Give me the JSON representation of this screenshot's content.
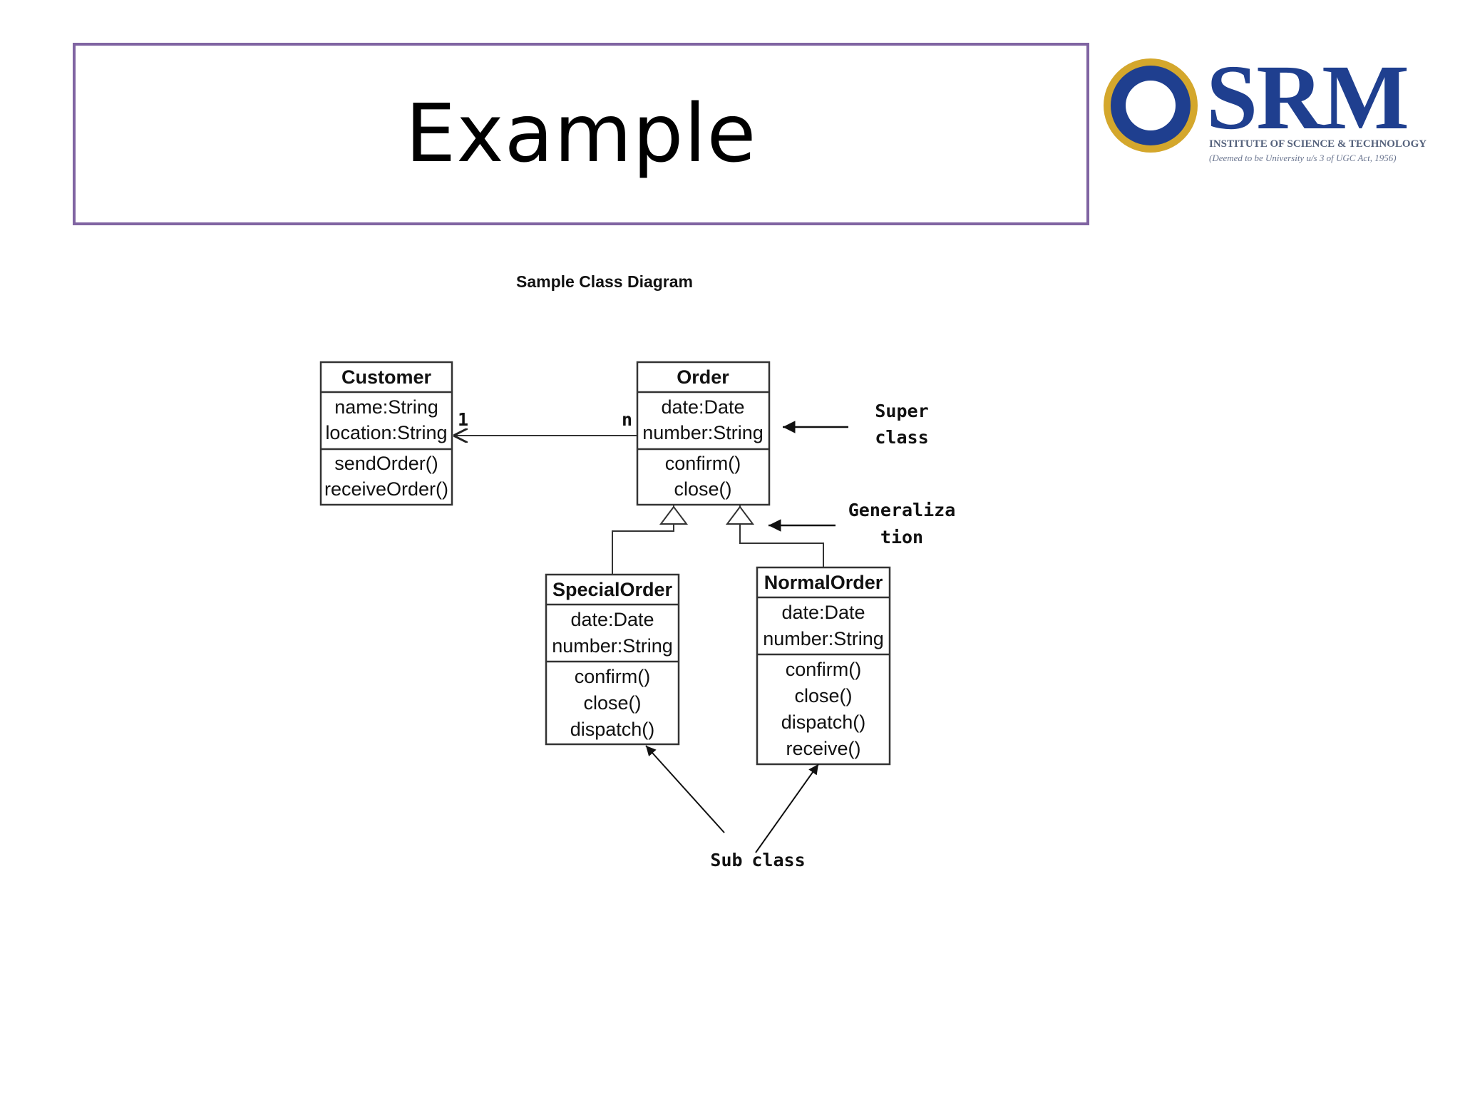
{
  "slide": {
    "title": "Example"
  },
  "logo": {
    "name": "SRM",
    "subtitle": "INSTITUTE OF SCIENCE & TECHNOLOGY",
    "tagline": "(Deemed to be University u/s 3 of UGC Act, 1956)"
  },
  "diagram": {
    "caption": "Sample Class Diagram",
    "classes": {
      "customer": {
        "name": "Customer",
        "attributes": [
          "name:String",
          "location:String"
        ],
        "methods": [
          "sendOrder()",
          "receiveOrder()"
        ]
      },
      "order": {
        "name": "Order",
        "attributes": [
          "date:Date",
          "number:String"
        ],
        "methods": [
          "confirm()",
          "close()"
        ]
      },
      "special_order": {
        "name": "SpecialOrder",
        "attributes": [
          "date:Date",
          "number:String"
        ],
        "methods": [
          "confirm()",
          "close()",
          "dispatch()"
        ]
      },
      "normal_order": {
        "name": "NormalOrder",
        "attributes": [
          "date:Date",
          "number:String"
        ],
        "methods": [
          "confirm()",
          "close()",
          "dispatch()",
          "receive()"
        ]
      }
    },
    "association": {
      "customer_multiplicity": "1",
      "order_multiplicity": "n"
    },
    "annotations": {
      "super_class": [
        "Super",
        "class"
      ],
      "generalization": [
        "Generaliza",
        "tion"
      ],
      "sub_class": [
        "Sub",
        "class"
      ]
    }
  }
}
